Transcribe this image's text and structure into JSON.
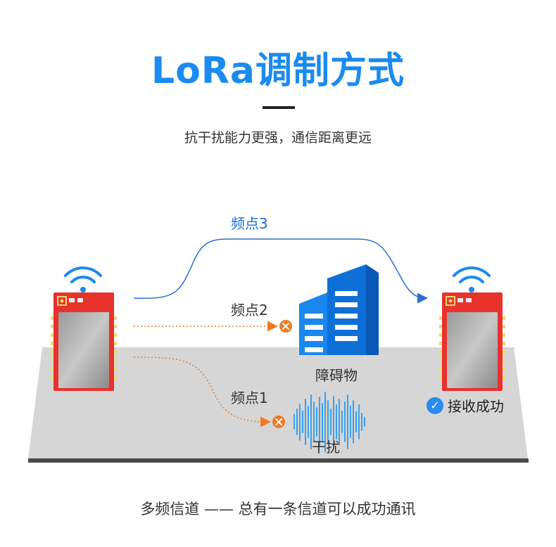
{
  "header": {
    "title": "LoRa调制方式",
    "subtitle": "抗干扰能力更强，通信距离更远"
  },
  "diagram": {
    "channel3_label": "频点3",
    "channel2_label": "频点2",
    "channel1_label": "频点1",
    "obstacle_label": "障碍物",
    "interference_label": "干扰",
    "success_label": "接收成功"
  },
  "footer": {
    "caption": "多频信道 —— 总有一条信道可以成功通讯"
  },
  "colors": {
    "title": "#1a8bf0",
    "route_line": "#2a6fd0",
    "blocked_line": "#f07a22",
    "module_red": "#e8322c",
    "ground": "#d4d4d4"
  }
}
